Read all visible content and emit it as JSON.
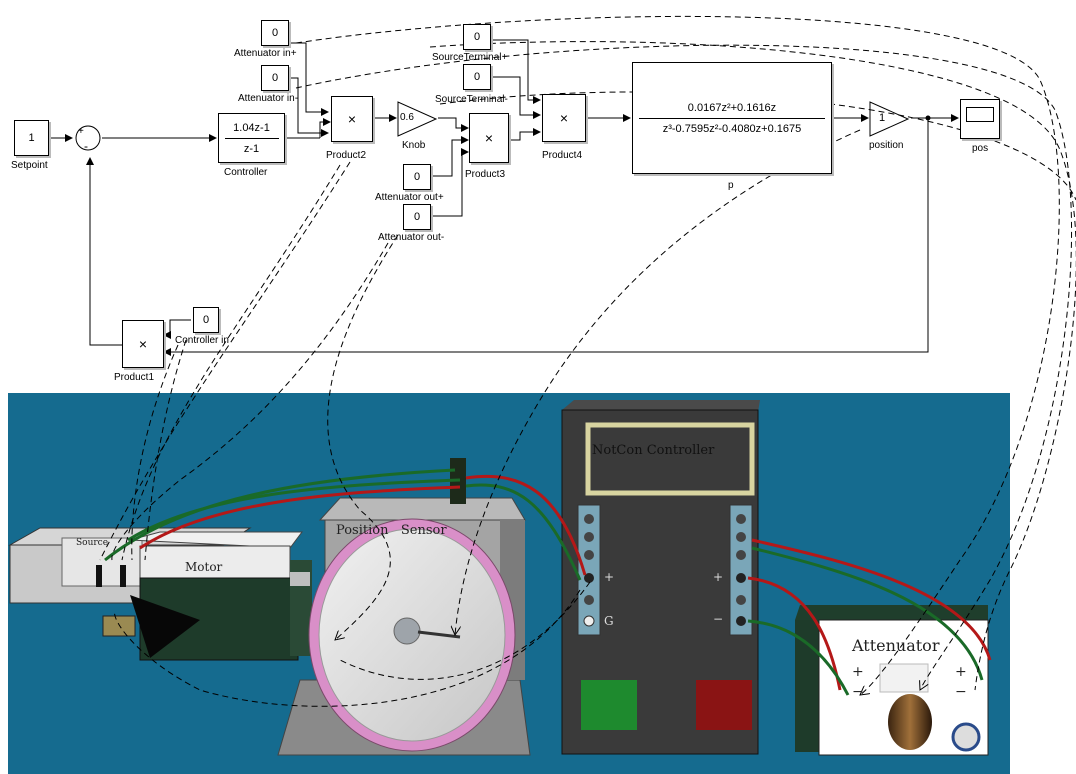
{
  "diagram": {
    "constants": {
      "setpoint": "1",
      "attenuator_in_plus": "0",
      "attenuator_in_minus": "0",
      "source_terminal_plus": "0",
      "source_terminal_minus": "0",
      "attenuator_out_plus": "0",
      "attenuator_out_minus": "0",
      "controller_in": "0"
    },
    "labels": {
      "setpoint": "Setpoint",
      "attenuator_in_plus": "Attenuator in+",
      "attenuator_in_minus": "Attenuator in-",
      "source_terminal_plus": "SourceTerminal+",
      "source_terminal_minus": "SourceTerminal-",
      "attenuator_out_plus": "Attenuator out+",
      "attenuator_out_minus": "Attenuator out-",
      "controller_in": "Controller in",
      "controller": "Controller",
      "product1": "Product1",
      "product2": "Product2",
      "product3": "Product3",
      "product4": "Product4",
      "knob": "Knob",
      "plant": "p",
      "position": "position",
      "scope": "pos"
    },
    "sum_signs": {
      "plus": "+",
      "minus": "-"
    },
    "controller_tf": {
      "num": "1.04z-1",
      "den": "z-1"
    },
    "plant_tf": {
      "num": "0.0167z²+0.1616z",
      "den": "z³-0.7595z²-0.4080z+0.1675"
    },
    "knob_gain": "0.6",
    "position_gain": "1",
    "product_symbol": "×"
  },
  "scene": {
    "background_color": "#156b8f",
    "source_label": "Source",
    "motor_label": "Motor",
    "position_sensor_label": "Position   Sensor",
    "controller_label": "NotCon Controller",
    "attenuator_label": "Attenuator",
    "terminal_plus": "+",
    "terminal_minus": "−",
    "terminal_g": "G",
    "green_button_color": "#1e8a2e",
    "red_button_color": "#8a1414"
  }
}
